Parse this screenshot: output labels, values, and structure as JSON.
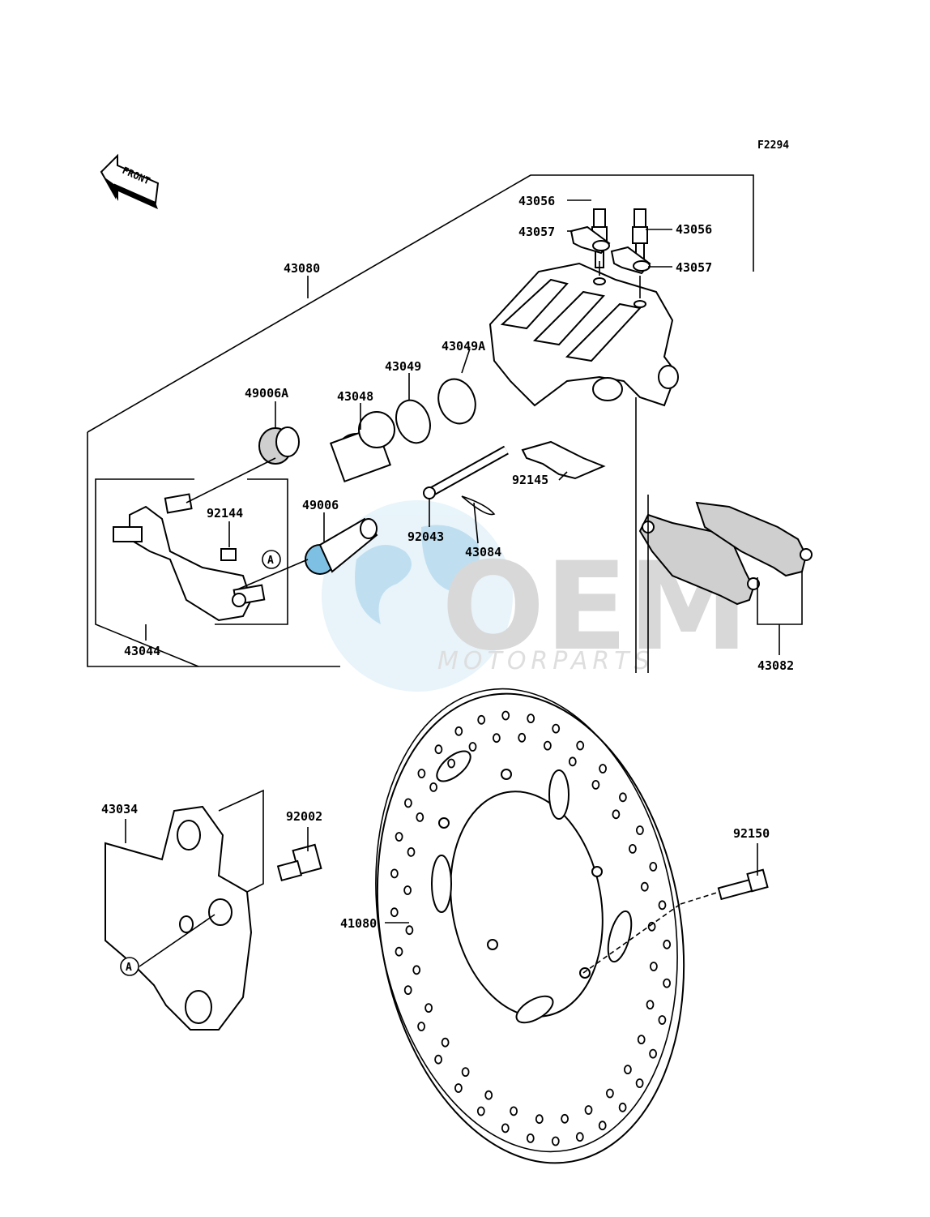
{
  "figure_code": "F2294",
  "front_label": "FRONT",
  "ref_marker": "A",
  "watermark": {
    "brand": "OEM",
    "sub": "MOTORPARTS"
  },
  "parts": [
    "43056",
    "43057",
    "43056",
    "43057",
    "43080",
    "43049A",
    "43049",
    "43048",
    "49006A",
    "92145",
    "92144",
    "49006",
    "92043",
    "43084",
    "43044",
    "43082",
    "43034",
    "92002",
    "92150",
    "41080"
  ]
}
